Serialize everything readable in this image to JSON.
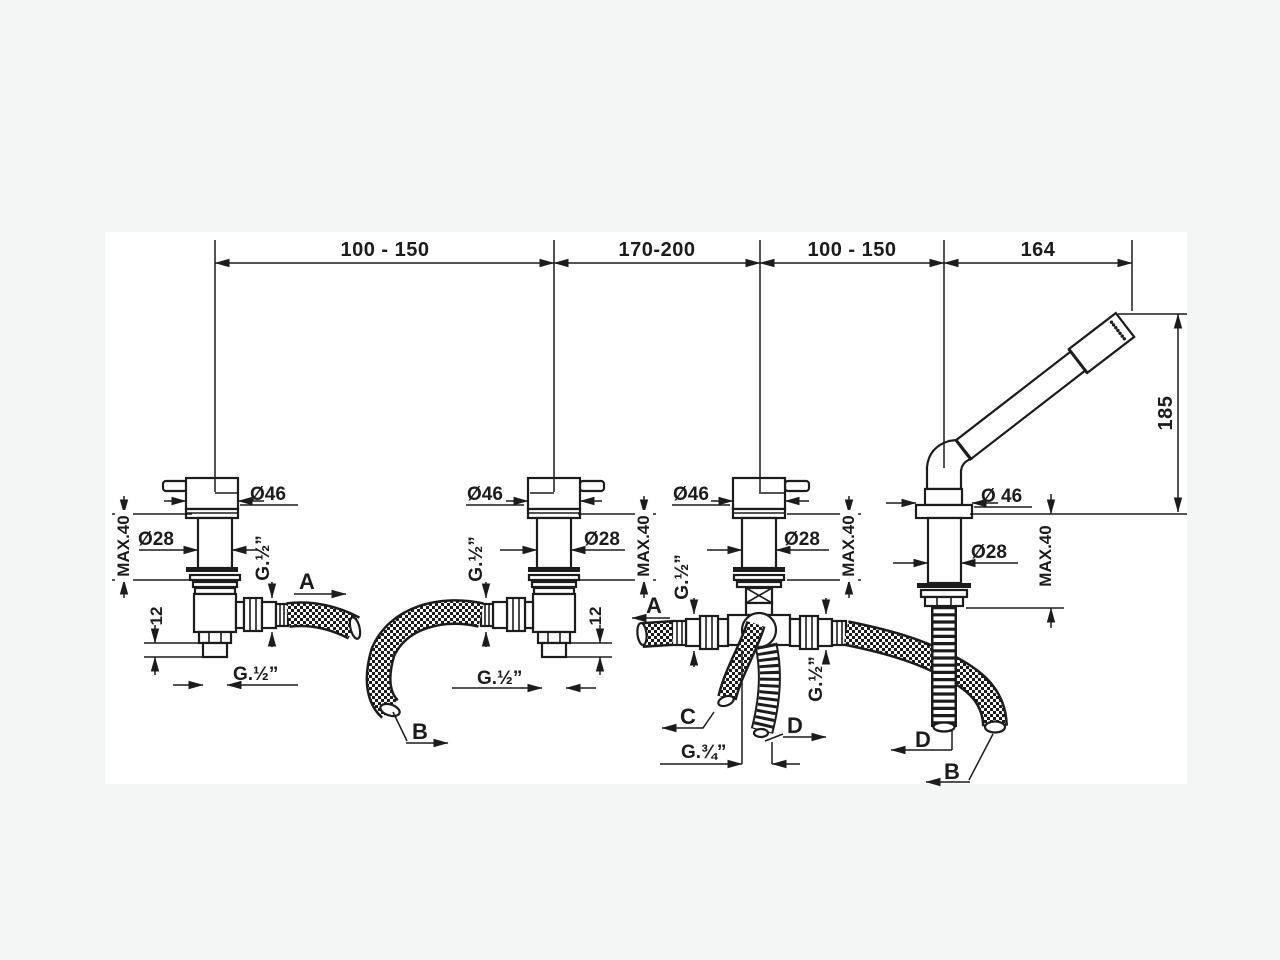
{
  "page": {
    "background": "#f4f5f5",
    "canvas_color": "#ffffff",
    "line_color": "#1c1c1c"
  },
  "drawing": {
    "top_dims": [
      "100 - 150",
      "170-200",
      "100 - 150",
      "164"
    ],
    "height_dim": "185",
    "units": [
      {
        "name": "left-valve",
        "dia_cap": "Ø46",
        "shank": "Ø28",
        "max_depth": "MAX.40",
        "side_thread": "G.½”",
        "bottom_thread": "G.½”",
        "stub_len": "12",
        "dir": "A"
      },
      {
        "name": "right-valve",
        "dia_cap": "Ø46",
        "shank": "Ø28",
        "max_depth": "MAX.40",
        "side_thread": "G.½”",
        "bottom_thread": "G.½”",
        "stub_len": "12",
        "dir": "B"
      },
      {
        "name": "diverter",
        "dia_cap": "Ø46",
        "shank": "Ø28",
        "max_depth": "MAX.40",
        "side_thread_left": "G.½”",
        "side_thread_right": "G.½”",
        "bottom_thread": "G.¾”",
        "dir_a": "A",
        "dir_c": "C",
        "dir_d": "D"
      },
      {
        "name": "handshower",
        "dia_cap": "Ø 46",
        "shank": "Ø28",
        "max_depth": "MAX.40",
        "dir_d": "D",
        "dir_b": "B"
      }
    ]
  }
}
